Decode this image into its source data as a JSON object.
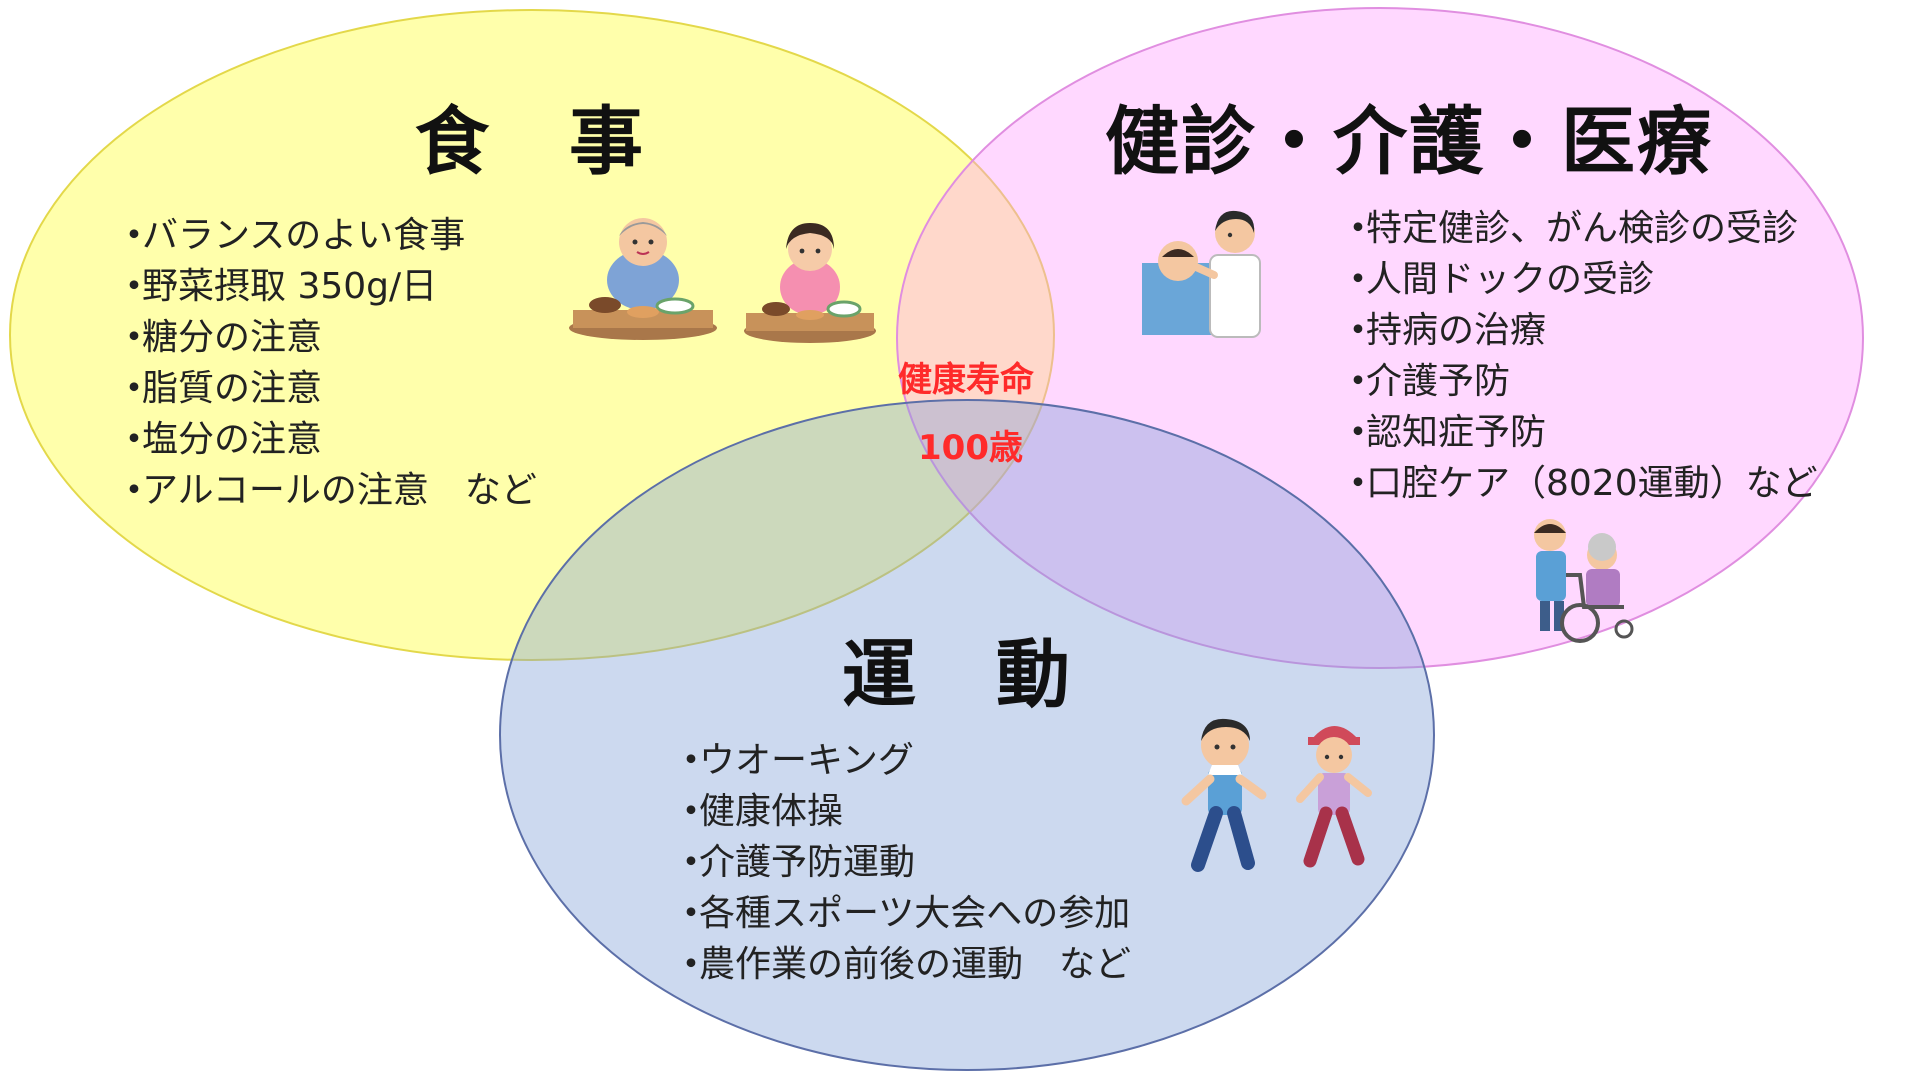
{
  "diet": {
    "title_a": "食",
    "title_b": "事",
    "items": [
      "バランスのよい食事",
      "野菜摂取 350g/日",
      "糖分の注意",
      "脂質の注意",
      "塩分の注意",
      "アルコールの注意　など"
    ]
  },
  "care": {
    "title": "健診・介護・医療",
    "items": [
      "特定健診、がん検診の受診",
      "人間ドックの受診",
      "持病の治療",
      "介護予防",
      "認知症予防",
      "口腔ケア（8020運動）など"
    ]
  },
  "exercise": {
    "title_a": "運",
    "title_b": "動",
    "items": [
      "ウオーキング",
      "健康体操",
      "介護予防運動",
      "各種スポーツ大会への参加",
      "農作業の前後の運動　など"
    ]
  },
  "center": {
    "line1": "健康寿命",
    "line2": "100歳"
  },
  "colors": {
    "diet_fill": "#ffff99",
    "care_fill": "#ffccff",
    "exercise_fill": "#c9d5ee",
    "center_text": "#ff2a2a"
  },
  "icons": {
    "diet_illustrations": [
      "elderly-man-eating-icon",
      "woman-eating-icon"
    ],
    "care_illustrations": [
      "doctor-checkup-icon",
      "wheelchair-caregiver-icon"
    ],
    "exercise_illustrations": [
      "walking-man-icon",
      "walking-elderly-icon"
    ]
  }
}
